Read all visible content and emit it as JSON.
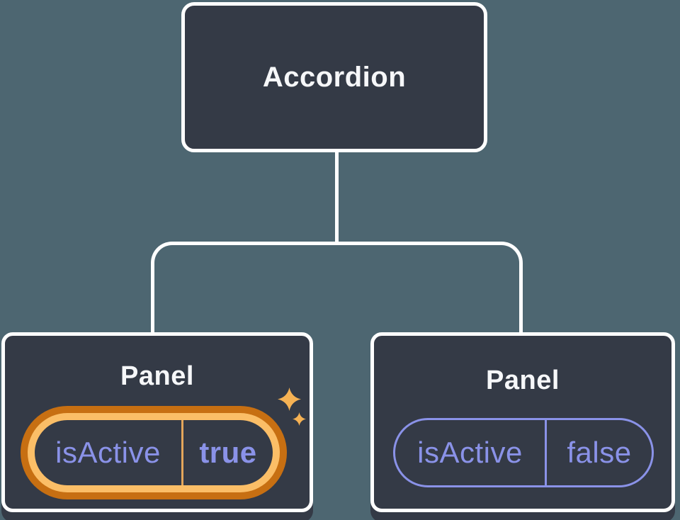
{
  "root_node": {
    "label": "Accordion"
  },
  "panels": [
    {
      "label": "Panel",
      "prop_name": "isActive",
      "prop_value": "true",
      "highlighted": true
    },
    {
      "label": "Panel",
      "prop_name": "isActive",
      "prop_value": "false",
      "highlighted": false
    }
  ],
  "icons": [
    {
      "name": "sparkle-large"
    },
    {
      "name": "sparkle-small"
    }
  ],
  "colors": {
    "background": "#4D6671",
    "node_fill": "#343A46",
    "node_border": "#FFFFFF",
    "text_light": "#F6F7F9",
    "purple": "#8A92E8",
    "glow_outer": "#C76F12",
    "glow_inner": "#FBBE67",
    "gold_divider": "#E3A65B",
    "sparkle": "#F6B254"
  }
}
